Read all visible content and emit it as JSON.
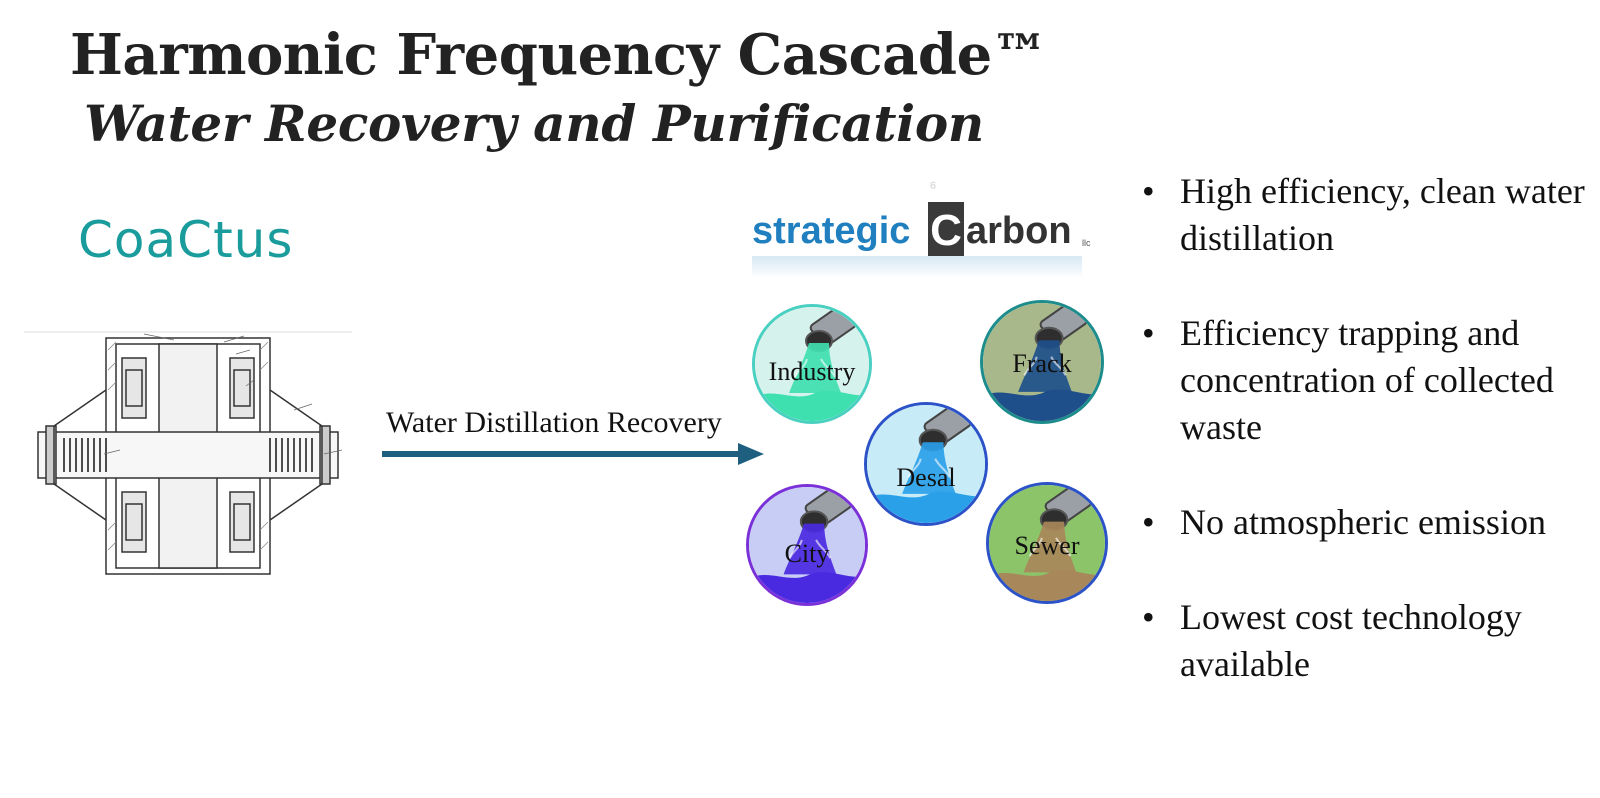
{
  "slide": {
    "title": "Harmonic Frequency Cascade™",
    "subtitle": "Water Recovery and Purification"
  },
  "logos": {
    "coactus": {
      "letters": [
        "C",
        "oa",
        "C",
        "tus"
      ],
      "color": "#1a9c9c"
    },
    "strategic_carbon": {
      "word1": "strategic",
      "boxed_letter": "C",
      "atomic_number": "6",
      "word2": "arbon",
      "suffix": "llc",
      "color_primary": "#1f7fbf",
      "color_box": "#3a3a3a"
    }
  },
  "flow": {
    "label": "Water Distillation Recovery",
    "arrow_color": "#1e5f80"
  },
  "sources": [
    {
      "id": "industry",
      "label": "Industry",
      "bg": "#d6f2ec",
      "water": "#3fe0b0",
      "border": "#4ad0c0"
    },
    {
      "id": "frack",
      "label": "Frack",
      "bg": "#a9b88a",
      "water": "#1e4f8a",
      "border": "#1c8c8c"
    },
    {
      "id": "desal",
      "label": "Desal",
      "bg": "#c7ecf7",
      "water": "#2aa0e8",
      "border": "#2c52c8"
    },
    {
      "id": "city",
      "label": "City",
      "bg": "#c8cdf5",
      "water": "#4a2ae0",
      "border": "#7a32d8"
    },
    {
      "id": "sewer",
      "label": "Sewer",
      "bg": "#8cc46a",
      "water": "#a8875a",
      "border": "#2c52c8"
    }
  ],
  "bullets": [
    "High efficiency, clean water distillation",
    "Efficiency trapping and concentration of collected waste",
    "No atmospheric emission",
    "Lowest cost technology available"
  ],
  "bullet_glyph": "•"
}
